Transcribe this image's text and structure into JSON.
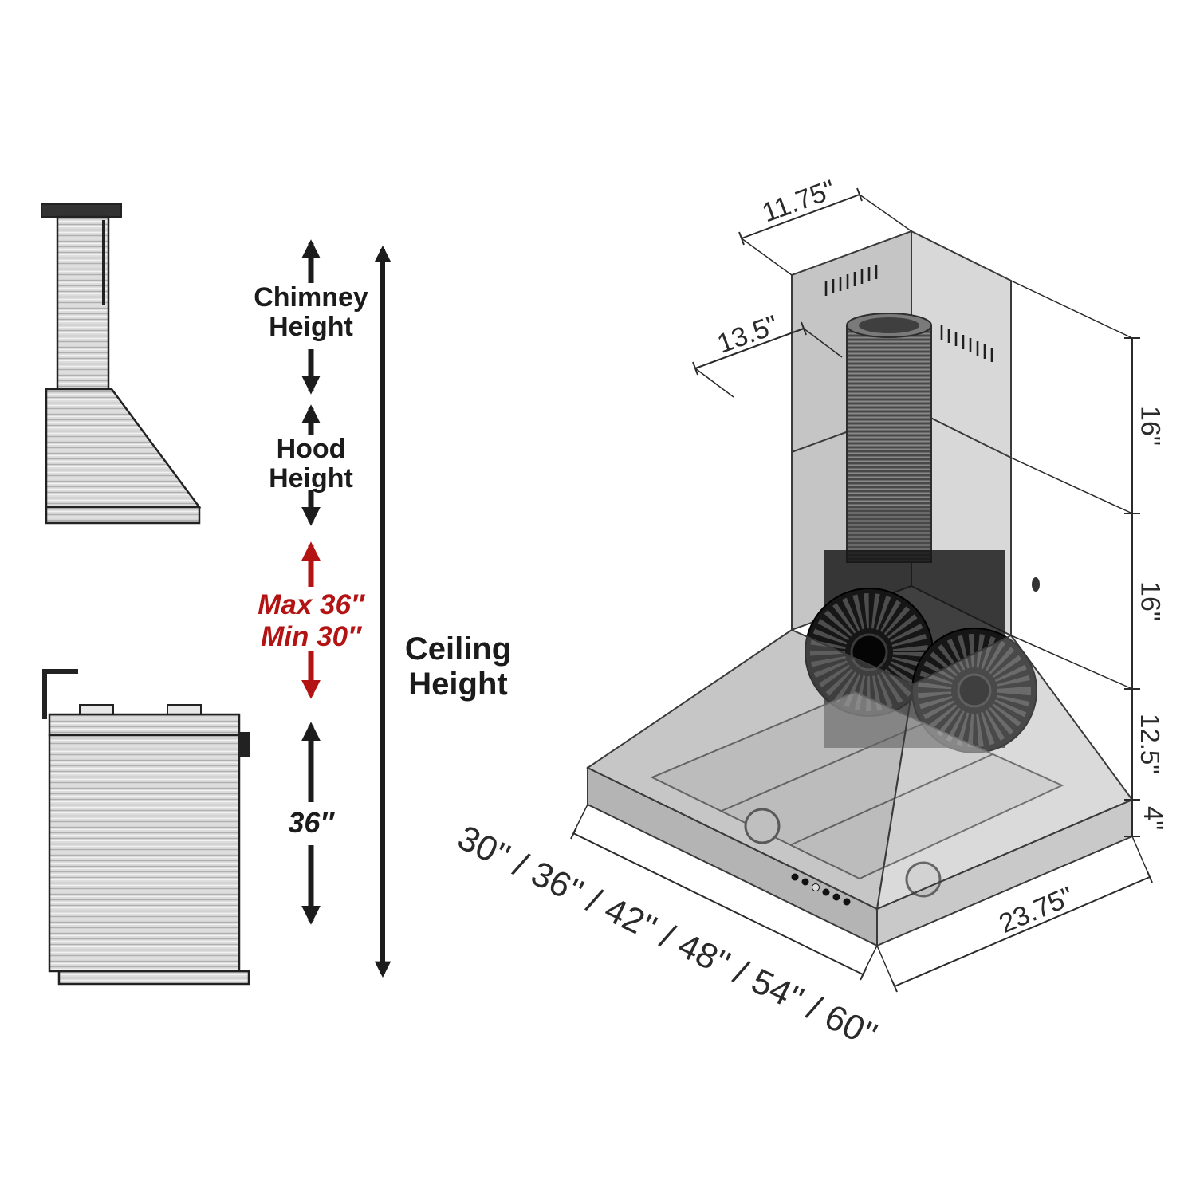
{
  "installation_guide": {
    "chimney_height_label": "Chimney Height",
    "hood_height_label": "Hood Height",
    "max_height_label": "Max 36″",
    "min_height_label": "Min 30″",
    "range_to_hood_label": "36″",
    "ceiling_height_label": "Ceiling Height",
    "accent_color": "#b31312",
    "line_color": "#1c1c1c"
  },
  "hood_dimensions": {
    "chimney_depth": "11.75\"",
    "chimney_width": "13.5\"",
    "upper_chimney_height": "16\"",
    "lower_chimney_height": "16\"",
    "canopy_height": "12.5\"",
    "base_height": "4\"",
    "hood_depth": "23.75\"",
    "available_widths": [
      "30''",
      "36''",
      "42''",
      "48''",
      "54''",
      "60''"
    ],
    "available_widths_display": "30'' / 36'' / 42'' / 48'' / 54'' / 60''"
  }
}
